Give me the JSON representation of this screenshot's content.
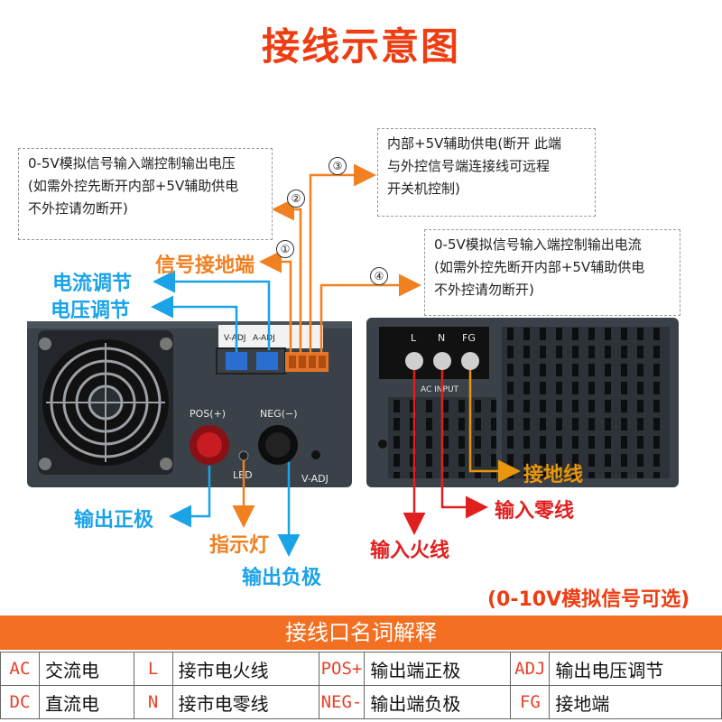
{
  "title": "接线示意图",
  "callouts": {
    "voltage_signal": {
      "num": "②",
      "lines": [
        "0-5V模拟信号输入端控制输出电压",
        "(如需外控先断开内部+5V辅助供电",
        "不外控请勿断开)"
      ]
    },
    "aux_power": {
      "num": "③",
      "lines": [
        "内部+5V辅助供电(断开 此端",
        "与外控信号端连接线可远程",
        "开关机控制)"
      ]
    },
    "current_signal": {
      "num": "④",
      "lines": [
        "0-5V模拟信号输入端控制输出电流",
        "(如需外控先断开内部+5V辅助供电",
        "不外控请勿断开)"
      ]
    },
    "signal_ground": {
      "num": "①",
      "label": "信号接地端"
    }
  },
  "labels": {
    "current_adjust": "电流调节",
    "voltage_adjust": "电压调节",
    "output_positive": "输出正极",
    "indicator_light": "指示灯",
    "output_negative": "输出负极",
    "ground_wire": "接地线",
    "neutral_wire": "输入零线",
    "live_wire": "输入火线"
  },
  "panel": {
    "v_adj": "V-ADJ",
    "a_adj": "A-ADJ",
    "pos": "POS(+)",
    "neg": "NEG(−)",
    "led": "LED",
    "v_adj_knob": "V-ADJ",
    "terminal_l": "L",
    "terminal_n": "N",
    "terminal_fg": "FG",
    "ac_input": "AC INPUT"
  },
  "optional_note": "(0-10V模拟信号可选)",
  "glossary": {
    "title": "接线口名词解释",
    "rows": [
      [
        {
          "code": "AC",
          "desc": "交流电"
        },
        {
          "code": "L",
          "desc": "接市电火线"
        },
        {
          "code": "POS+",
          "desc": "输出端正极"
        },
        {
          "code": "ADJ",
          "desc": "输出电压调节"
        }
      ],
      [
        {
          "code": "DC",
          "desc": "直流电"
        },
        {
          "code": "N",
          "desc": "接市电零线"
        },
        {
          "code": "NEG-",
          "desc": "输出端负极"
        },
        {
          "code": "FG",
          "desc": "接地端"
        }
      ]
    ]
  },
  "colors": {
    "title": "#ee3d12",
    "blue": "#1ba3e8",
    "orange": "#f08020",
    "red": "#e0201f",
    "amber": "#e8960a",
    "table_header": "#f36f21"
  }
}
